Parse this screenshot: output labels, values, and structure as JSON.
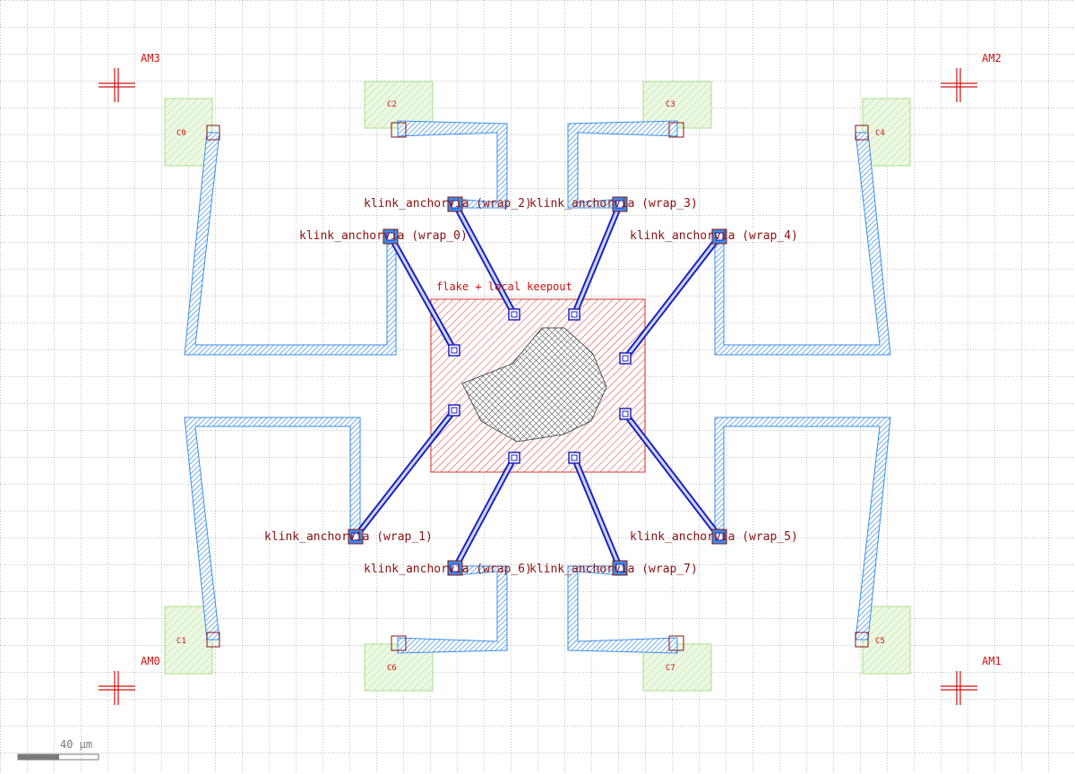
{
  "labels": {
    "flake": "flake + local keepout",
    "scale": "40 µm"
  },
  "markers": [
    {
      "id": "am3",
      "label": "AM3"
    },
    {
      "id": "am2",
      "label": "AM2"
    },
    {
      "id": "am0",
      "label": "AM0"
    },
    {
      "id": "am1",
      "label": "AM1"
    }
  ],
  "pads": [
    {
      "id": "c0",
      "label": "C0"
    },
    {
      "id": "c1",
      "label": "C1"
    },
    {
      "id": "c2",
      "label": "C2"
    },
    {
      "id": "c3",
      "label": "C3"
    },
    {
      "id": "c4",
      "label": "C4"
    },
    {
      "id": "c5",
      "label": "C5"
    },
    {
      "id": "c6",
      "label": "C6"
    },
    {
      "id": "c7",
      "label": "C7"
    }
  ],
  "wraps": [
    {
      "id": "wrap0",
      "label": "klink_anchorvia (wrap_0)"
    },
    {
      "id": "wrap1",
      "label": "klink_anchorvia (wrap_1)"
    },
    {
      "id": "wrap2",
      "label": "klink_anchorvia (wrap_2)"
    },
    {
      "id": "wrap3",
      "label": "klink_anchorvia (wrap_3)"
    },
    {
      "id": "wrap4",
      "label": "klink_anchorvia (wrap_4)"
    },
    {
      "id": "wrap5",
      "label": "klink_anchorvia (wrap_5)"
    },
    {
      "id": "wrap6",
      "label": "klink_anchorvia (wrap_6)"
    },
    {
      "id": "wrap7",
      "label": "klink_anchorvia (wrap_7)"
    }
  ],
  "colors": {
    "marker": "#d01010",
    "pad": "#a8e08a",
    "trace": "#3a8ee8",
    "via": "#2020c0",
    "keepout": "#e03030",
    "flake": "#555555"
  }
}
